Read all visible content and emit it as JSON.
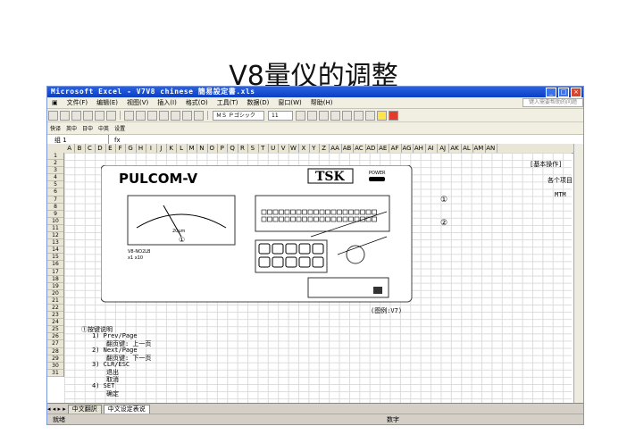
{
  "slide": {
    "title": "V8量仪的调整"
  },
  "window": {
    "title": "Microsoft Excel - V7V8 chinese 簡易設定書.xls"
  },
  "menu": {
    "items": [
      "文件(F)",
      "编辑(E)",
      "视图(V)",
      "插入(I)",
      "格式(O)",
      "工具(T)",
      "数据(D)",
      "窗口(W)",
      "帮助(H)"
    ],
    "help_placeholder": "键入需要帮助的问题"
  },
  "toolbar": {
    "font_name": "ＭＳ Ｐゴシック",
    "font_size": "11",
    "zoom": "%"
  },
  "toolbar2": {
    "items": [
      "快译",
      "英中",
      "日中",
      "中英",
      "设置"
    ]
  },
  "formula": {
    "name_box": "组 1"
  },
  "columns": [
    "A",
    "B",
    "C",
    "D",
    "E",
    "F",
    "G",
    "H",
    "I",
    "J",
    "K",
    "L",
    "M",
    "N",
    "O",
    "P",
    "Q",
    "R",
    "S",
    "T",
    "U",
    "V",
    "W",
    "X",
    "Y",
    "Z",
    "AA",
    "AB",
    "AC",
    "AD",
    "AE",
    "AF",
    "AG",
    "AH",
    "AI",
    "AJ",
    "AK",
    "AL",
    "AM",
    "AN"
  ],
  "rows": [
    "1",
    "2",
    "3",
    "4",
    "5",
    "6",
    "7",
    "8",
    "9",
    "10",
    "11",
    "12",
    "13",
    "14",
    "15",
    "16",
    "17",
    "18",
    "19",
    "20",
    "21",
    "22",
    "23",
    "24",
    "25",
    "26",
    "27",
    "28",
    "29",
    "30",
    "31"
  ],
  "device": {
    "brand": "PULCOM-V",
    "maker": "TSK",
    "power_label": "POWER",
    "gauge_label": "20μm",
    "model_label": "V8-NO2LB",
    "model_sub": "x1 x10",
    "callout_1": "①",
    "callout_2": "②",
    "meter_mark": "①",
    "figure_caption": "(图例:V7)"
  },
  "right_notes": {
    "basic": "[基本操作]",
    "items": "各个项目",
    "mtm": "MTM"
  },
  "description": {
    "lines": [
      "①按键说明",
      "1) Prev/Page",
      "翻页键: 上一页",
      "2) Next/Page",
      "翻页键: 下一页",
      "3) CLR/ESC",
      "退出",
      "取消",
      "4) SET",
      "确定"
    ]
  },
  "sheet_tabs": [
    "中文翻訳",
    "中文设定表说"
  ],
  "status": {
    "left": "就绪",
    "right": "数字"
  }
}
